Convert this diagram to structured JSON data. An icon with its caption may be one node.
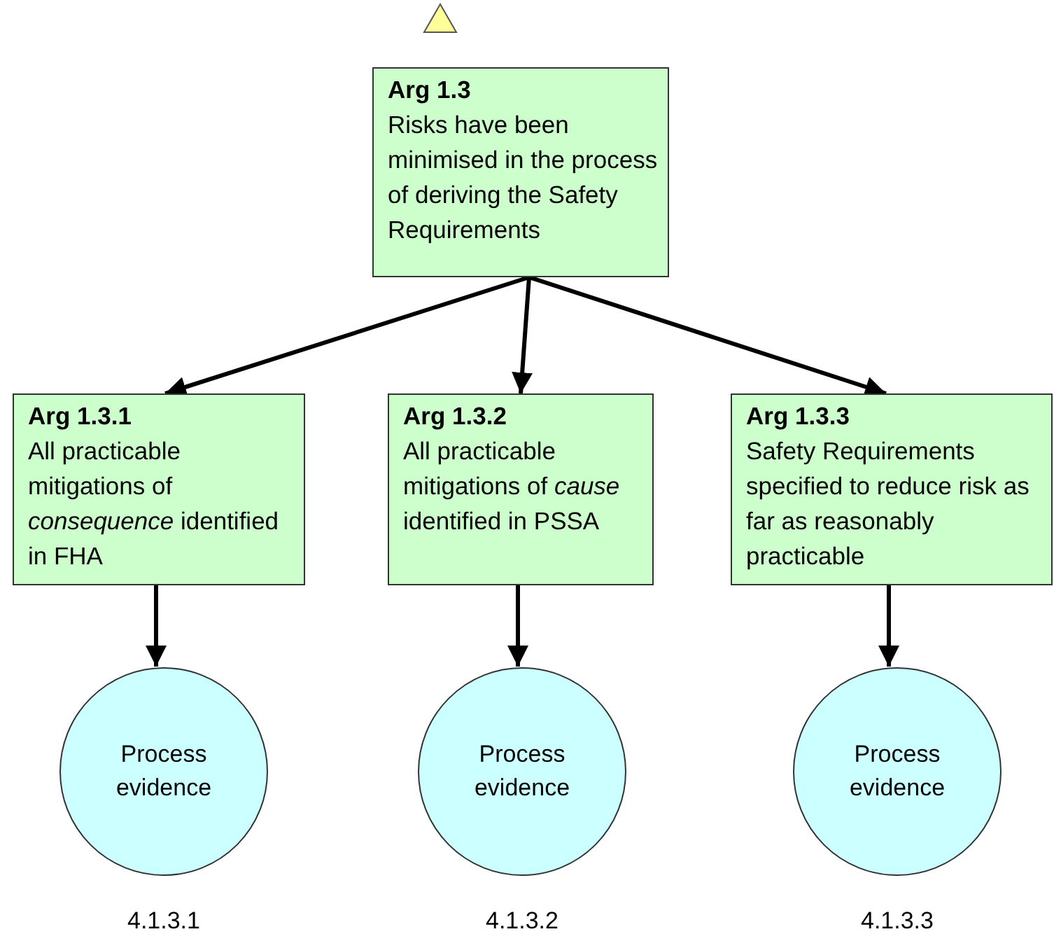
{
  "diagram": {
    "nodes": [
      {
        "text": [],
        "shape": "triangle"
      },
      {
        "text": [
          "Arg 1.3",
          "Risks have been minimised in the process of deriving the Safety Requirements"
        ]
      },
      {
        "text": [
          "Arg 1.3.1",
          "All practicable mitigations of *consequence* identified in FHA"
        ]
      },
      {
        "text": [
          "Arg 1.3.2",
          "All practicable mitigations of *cause* identified in PSSA"
        ]
      },
      {
        "text": [
          "Arg 1.3.3",
          "Safety Requirements specified to reduce risk as far as reasonably practicable"
        ]
      },
      {
        "text": [
          "Process evidence"
        ],
        "beside": [
          "4.1.3.1"
        ]
      },
      {
        "text": [
          "Process evidence"
        ],
        "beside": [
          "4.1.3.2"
        ]
      },
      {
        "text": [
          "Process evidence"
        ],
        "beside": [
          "4.1.3.3"
        ]
      }
    ],
    "edges": [
      {
        "from": 1,
        "to": 2,
        "arrow": "to"
      },
      {
        "from": 1,
        "to": 3,
        "arrow": "to"
      },
      {
        "from": 1,
        "to": 4,
        "arrow": "to"
      },
      {
        "from": 2,
        "to": 5,
        "arrow": "to"
      },
      {
        "from": 3,
        "to": 6,
        "arrow": "to"
      },
      {
        "from": 4,
        "to": 7,
        "arrow": "to"
      }
    ]
  }
}
